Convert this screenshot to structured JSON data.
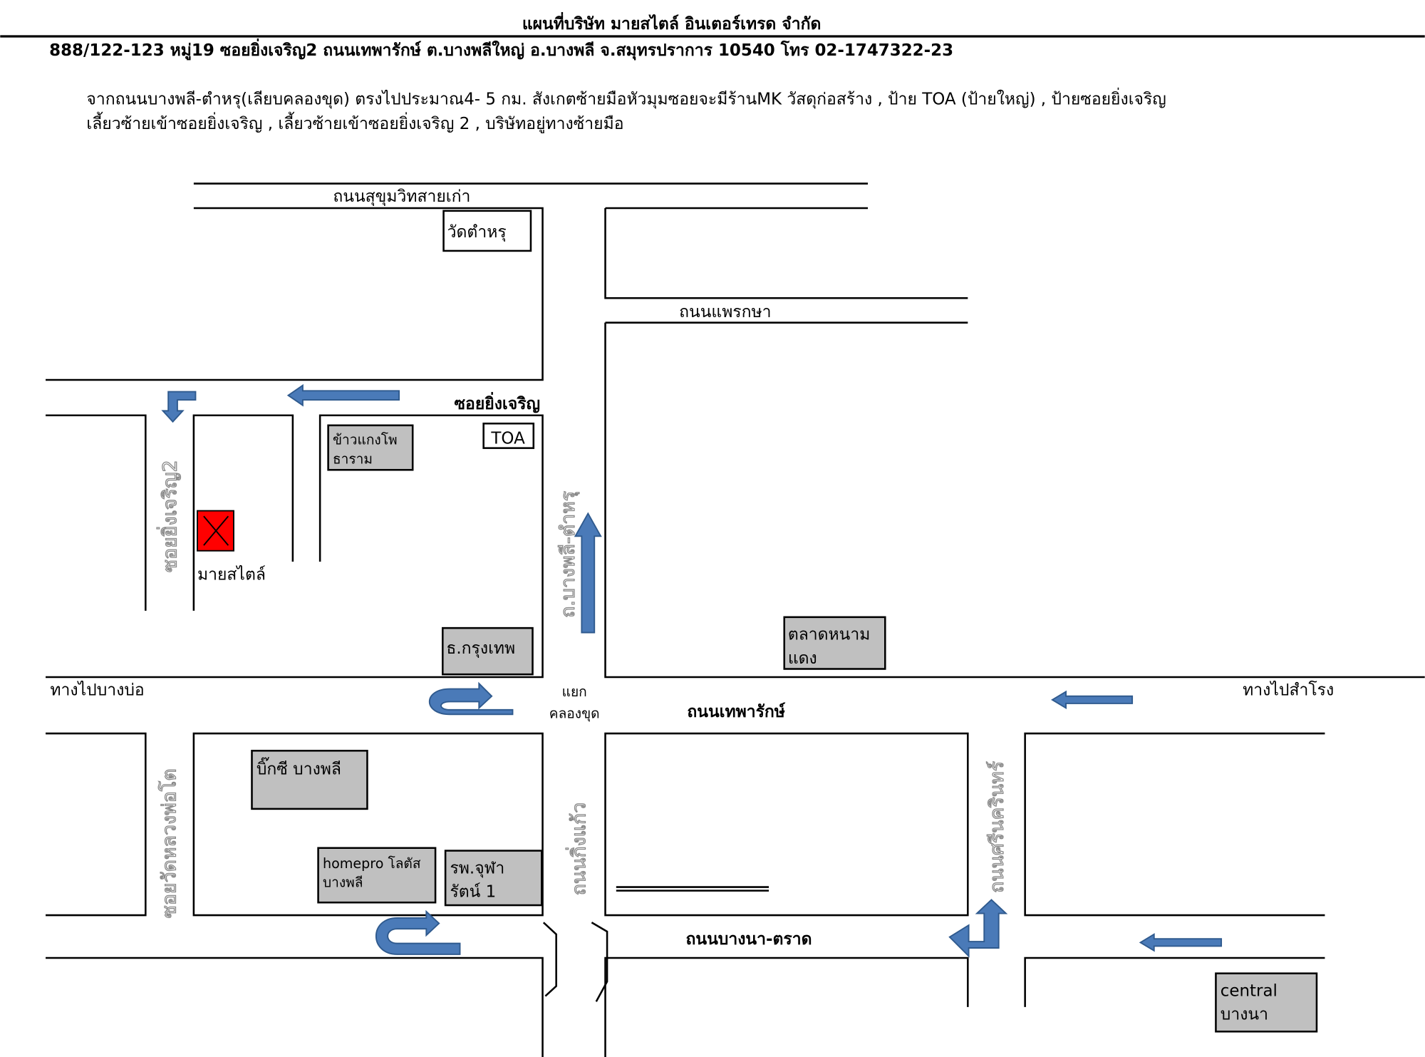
{
  "header": {
    "title": "แผนที่บริษัท มายสไตล์ อินเตอร์เทรด จำกัด",
    "address": "888/122-123 หมู่19 ซอยยิ่งเจริญ2 ถนนเทพารักษ์ ต.บางพลีใหญ่ อ.บางพลี  จ.สมุทรปราการ  10540  โทร 02-1747322-23",
    "directions_line1": "จากถนนบางพลี-ตำหรุ(เลียบคลองขุด) ตรงไปประมาณ4- 5 กม.   สังเกตซ้ายมือหัวมุมซอยจะมีร้านMK วัสดุก่อสร้าง , ป้าย TOA (ป้ายใหญ่) , ป้ายซอยยิ่งเจริญ",
    "directions_line2": "เลี้ยวซ้ายเข้าซอยยิ่งเจริญ , เลี้ยวซ้ายเข้าซอยยิ่งเจริญ 2 , บริษัทอยู่ทางซ้ายมือ"
  },
  "roads": {
    "sukhumvit_old": "ถนนสุขุมวิทสายเก่า",
    "phraeksa": "ถนนแพรกษา",
    "soi_yingcharoen": "ซอยยิ่งเจริญ",
    "soi_yingcharoen2": "ซอยยิ่งเจริญ2",
    "bangphli_tamru": "ถ.บางพลี-ตำหรุ",
    "theparak": "ถนนเทพารักษ์",
    "to_bangbo": "ทางไปบางบ่อ",
    "to_samrong": "ทางไปสำโรง",
    "junction_line1": "แยก",
    "junction_line2": "คลองขุด",
    "soi_wat_luangphoto": "ซอยวัดหลวงพ่อโต",
    "kingkaew": "ถนนกิ่งแก้ว",
    "srinakarin": "ถนนศรีนครินทร์",
    "bangna_trad": "ถนนบางนา-ตราด"
  },
  "landmarks": {
    "wat_tamru": "วัดตำหรุ",
    "toa": "TOA",
    "khaokaeng_line1": "ข้าวแกงโพ",
    "khaokaeng_line2": "ธาราม",
    "company": "มายสไตล์",
    "bangkok_bank": "ธ.กรุงเทพ",
    "talad_line1": "ตลาดหนาม",
    "talad_line2": "แดง",
    "bigc": "บิ๊กซี บางพลี",
    "homepro_line1": "homepro โลตัส",
    "homepro_line2": "บางพลี",
    "hospital_line1": "รพ.จุฬา",
    "hospital_line2": "รัตน์ 1",
    "central_line1": "central",
    "central_line2": "บางนา"
  },
  "colors": {
    "arrow": "#4a7ab8",
    "company_marker": "#ff0000",
    "landmark_box": "#c0c0c0"
  }
}
